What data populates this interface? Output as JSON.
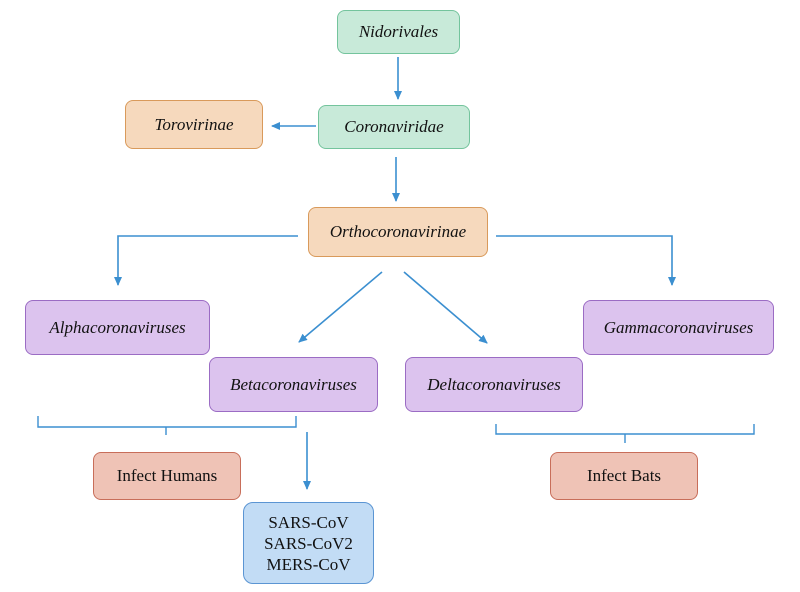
{
  "nodes": {
    "nidorivales": "Nidorivales",
    "coronaviridae": "Coronaviridae",
    "torovirinae": "Torovirinae",
    "orthocoronavirinae": "Orthocoronavirinae",
    "alphacoronaviruses": "Alphacoronaviruses",
    "betacoronaviruses": "Betacoronaviruses",
    "deltacoronaviruses": "Deltacoronaviruses",
    "gammacoronaviruses": "Gammacoronaviruses",
    "infect_humans": "Infect Humans",
    "infect_bats": "Infect Bats",
    "human_viruses": [
      "SARS-CoV",
      "SARS-CoV2",
      "MERS-CoV"
    ]
  },
  "colors": {
    "green": "#c8ead9",
    "orange": "#f6d9bd",
    "purple": "#dcc3ee",
    "red": "#efc3b6",
    "blue": "#c2dcf5",
    "connector": "#3b8fd0"
  }
}
